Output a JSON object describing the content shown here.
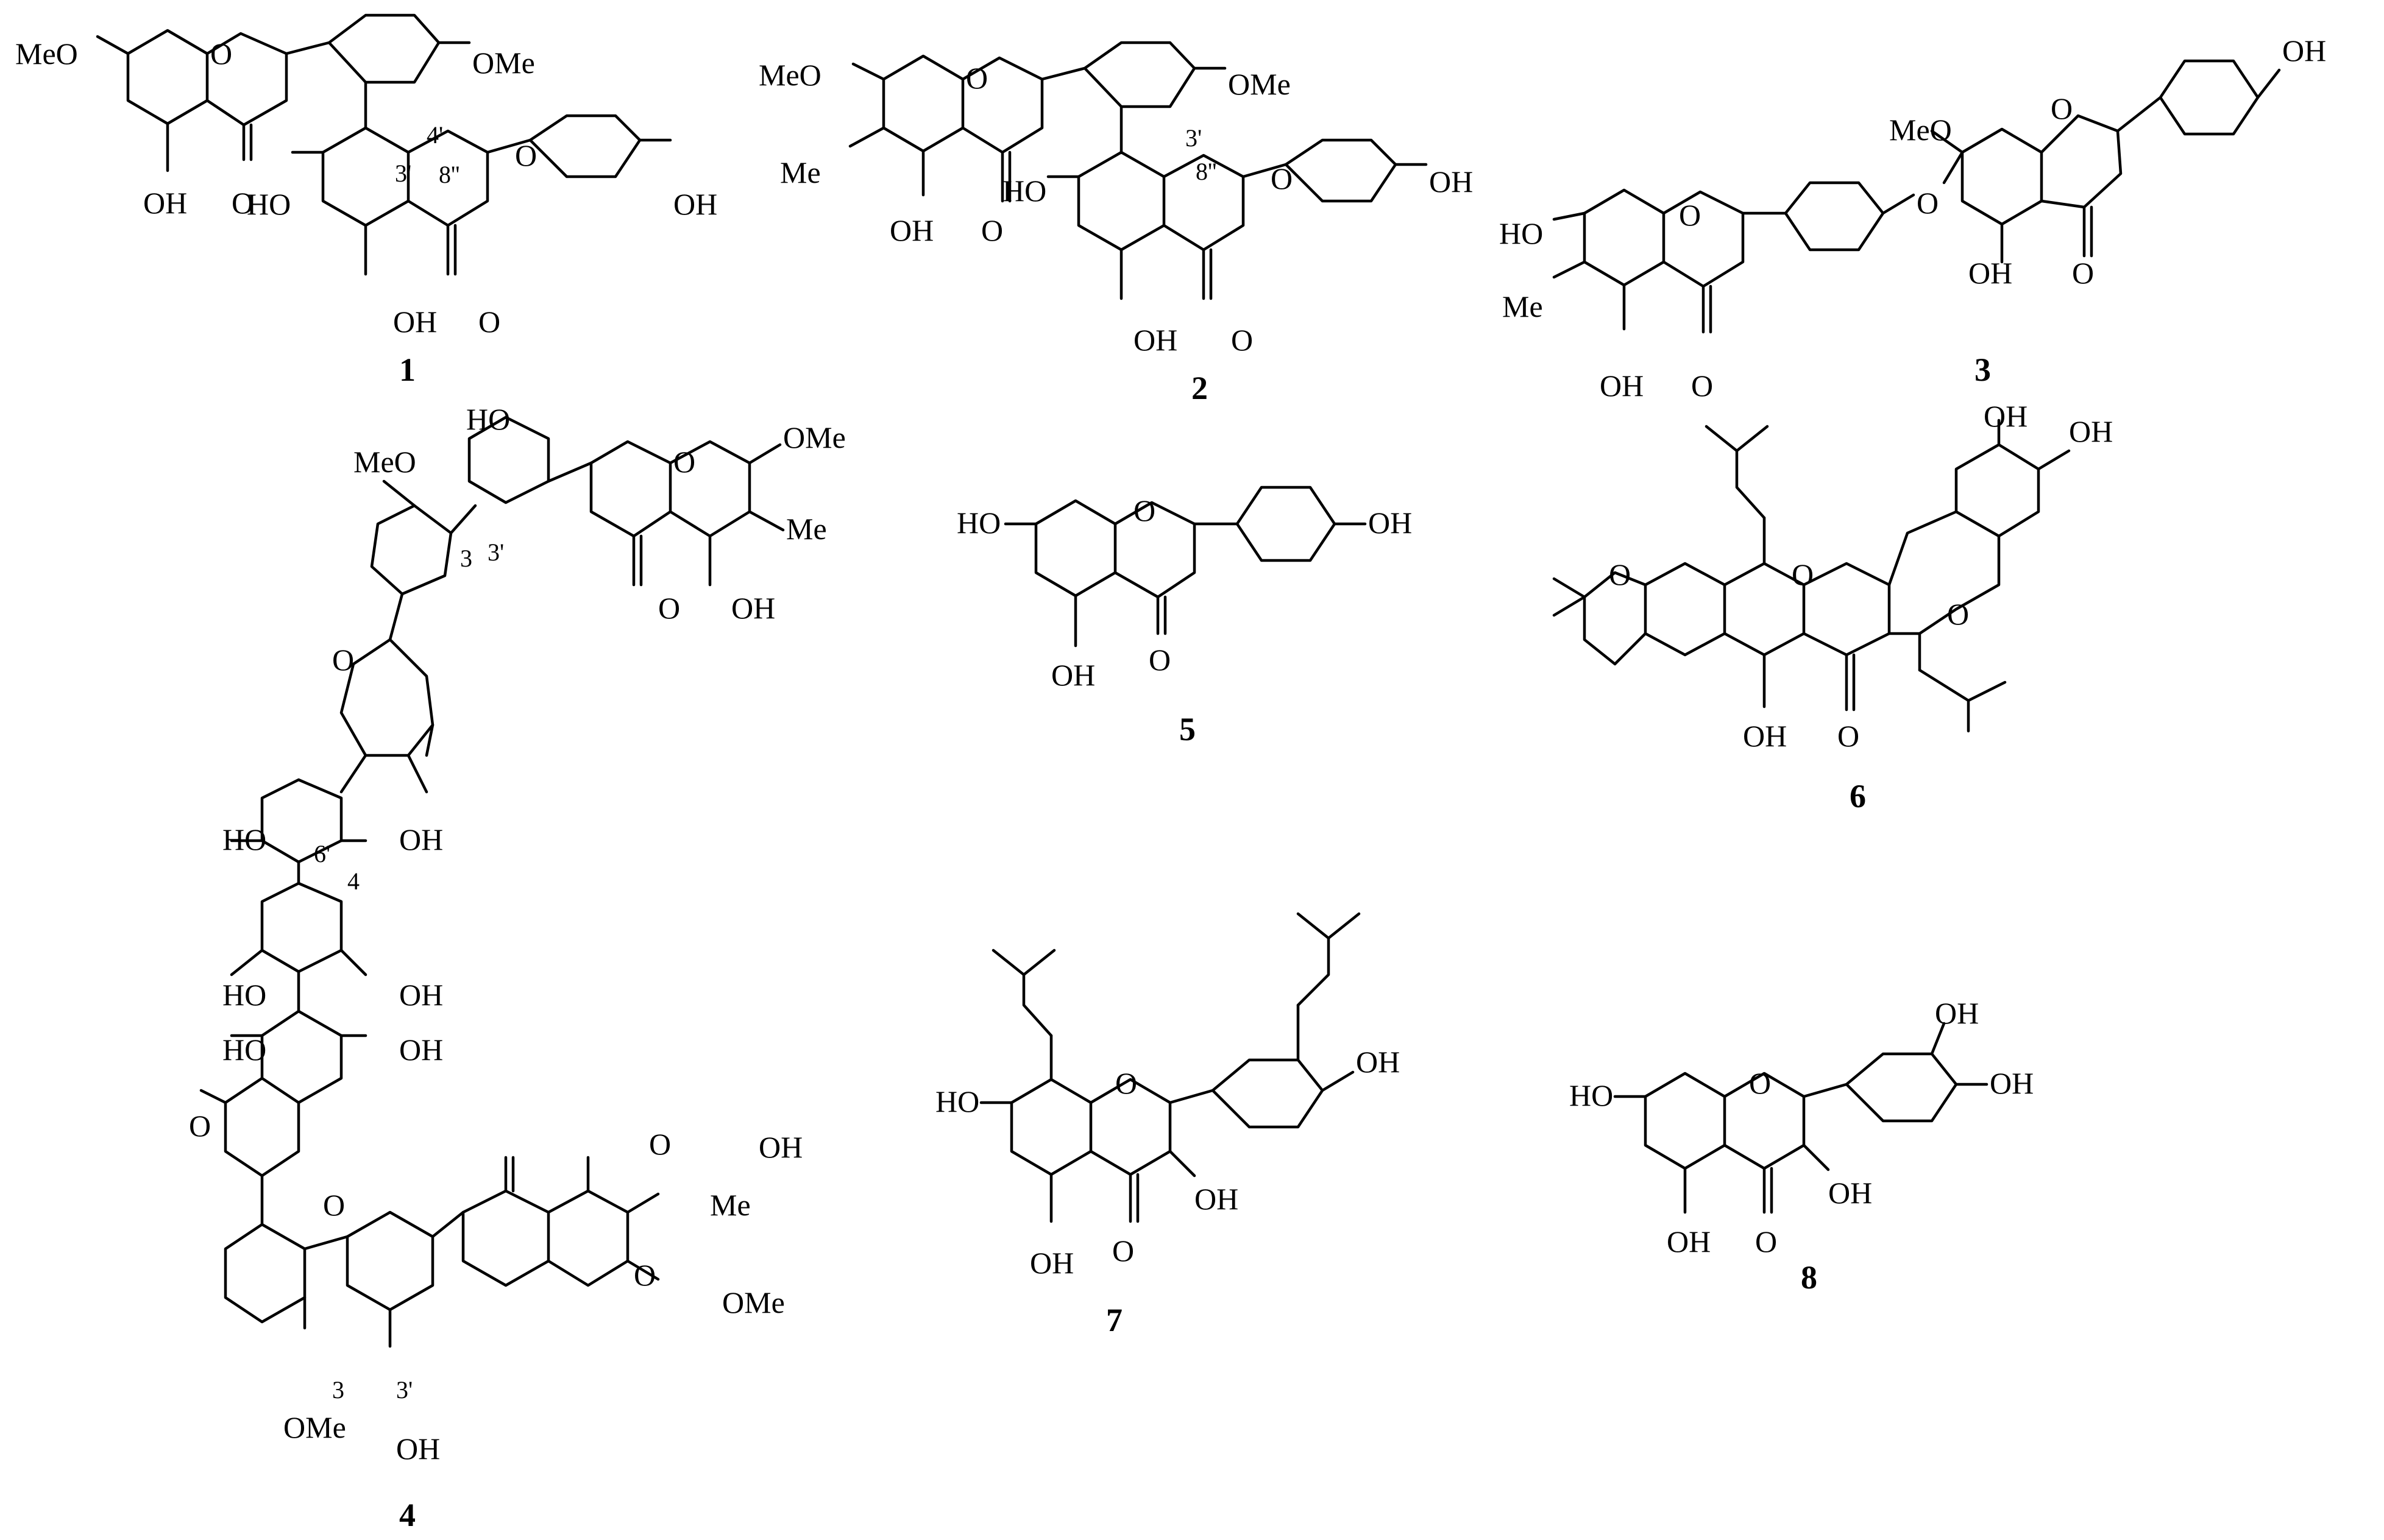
{
  "compounds": [
    {
      "number": "1",
      "labels": [
        "MeO",
        "OMe",
        "HO",
        "OH",
        "OH",
        "O",
        "OH",
        "O",
        "O",
        "O"
      ],
      "locants": [
        "4'",
        "3'",
        "8''"
      ]
    },
    {
      "number": "2",
      "labels": [
        "MeO",
        "Me",
        "OMe",
        "HO",
        "OH",
        "OH",
        "O",
        "OH",
        "O",
        "O",
        "O"
      ],
      "locants": [
        "3'",
        "8''"
      ]
    },
    {
      "number": "3",
      "labels": [
        "MeO",
        "OH",
        "HO",
        "Me",
        "OH",
        "O",
        "OH",
        "O",
        "O",
        "O",
        "O"
      ],
      "locants": []
    },
    {
      "number": "4",
      "labels": [
        "HO",
        "MeO",
        "OMe",
        "Me",
        "O",
        "OH",
        "O",
        "O",
        "HO",
        "OH",
        "HO",
        "OH",
        "HO",
        "OH",
        "O",
        "O",
        "OH",
        "Me",
        "O",
        "OMe",
        "O",
        "OMe",
        "OH"
      ],
      "locants": [
        "3'",
        "3",
        "6'",
        "4",
        "3",
        "3'"
      ]
    },
    {
      "number": "5",
      "labels": [
        "HO",
        "OH",
        "OH",
        "O",
        "O"
      ],
      "locants": []
    },
    {
      "number": "6",
      "labels": [
        "OH",
        "OH",
        "O",
        "O",
        "O",
        "OH",
        "O"
      ],
      "locants": []
    },
    {
      "number": "7",
      "labels": [
        "HO",
        "OH",
        "OH",
        "O",
        "OH",
        "O"
      ],
      "locants": []
    },
    {
      "number": "8",
      "labels": [
        "HO",
        "OH",
        "OH",
        "OH",
        "OH",
        "O",
        "O"
      ],
      "locants": []
    }
  ]
}
